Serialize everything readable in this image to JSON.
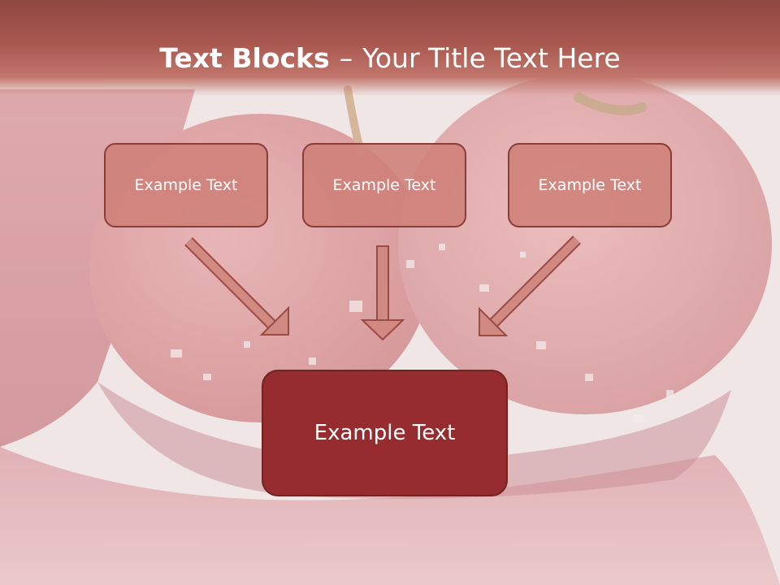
{
  "title": {
    "bold": "Text Blocks",
    "dash": "–",
    "rest": "Your Title Text Here"
  },
  "boxes": {
    "top_left": "Example Text",
    "top_center": "Example Text",
    "top_right": "Example Text",
    "bottom": "Example Text"
  },
  "colors": {
    "title_band": "#a9574f",
    "small_box_fill": "#ce8078",
    "big_box_fill": "#962c2f",
    "arrow_fill": "#d18a82",
    "arrow_stroke": "#9c4a44"
  }
}
